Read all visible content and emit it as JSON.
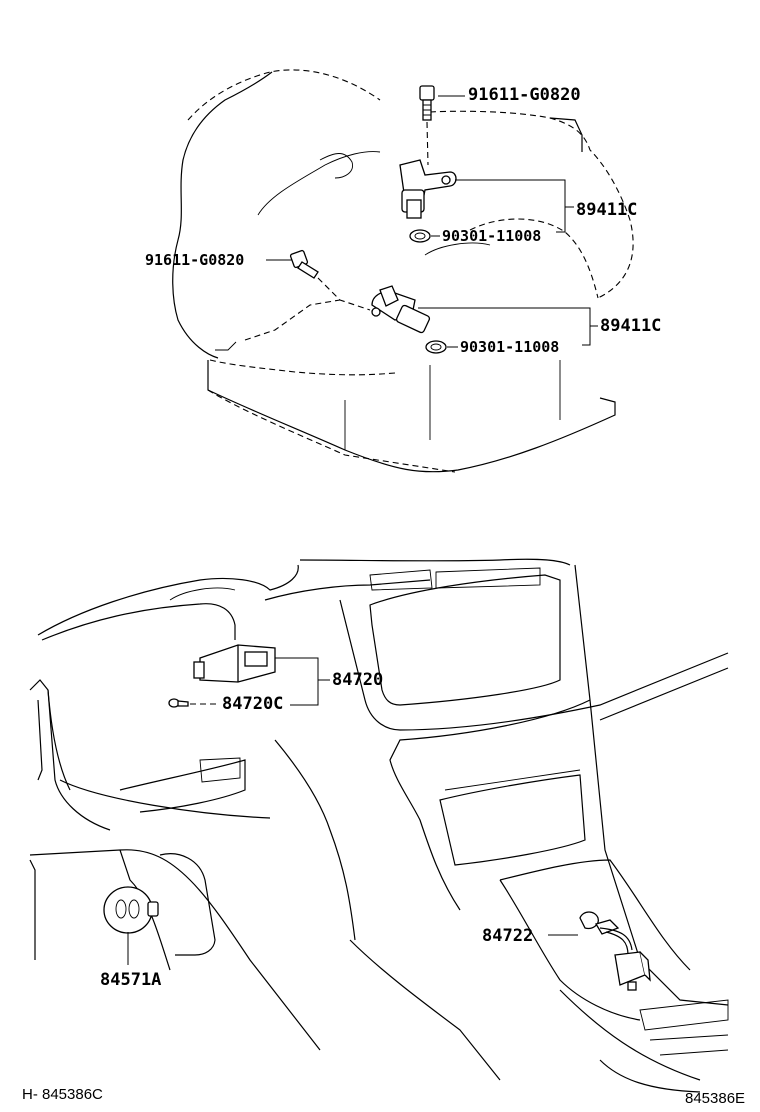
{
  "labels": {
    "bolt_top": "91611-G0820",
    "sensor_top": "89411C",
    "washer_top": "90301-11008",
    "bolt_left": "91611-G0820",
    "sensor_bottom": "89411C",
    "washer_bottom": "90301-11008",
    "relay": "84720",
    "relay_clip": "84720C",
    "switch": "84571A",
    "harness": "84722"
  },
  "footer": {
    "left_ref": "H- 845386C",
    "right_ref": "845386E"
  }
}
